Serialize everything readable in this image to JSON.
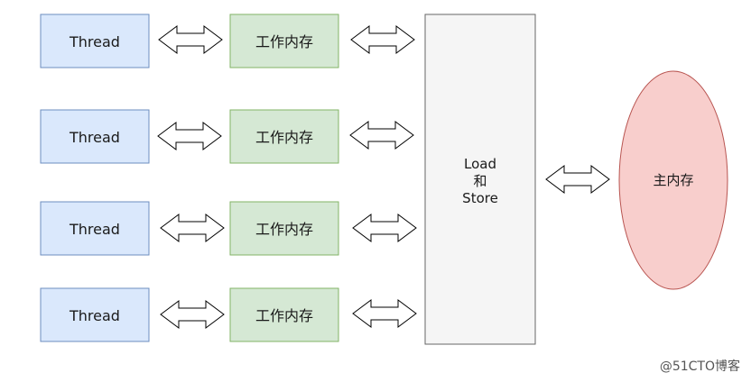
{
  "rows": [
    {
      "thread": "Thread",
      "work_memory": "工作内存"
    },
    {
      "thread": "Thread",
      "work_memory": "工作内存"
    },
    {
      "thread": "Thread",
      "work_memory": "工作内存"
    },
    {
      "thread": "Thread",
      "work_memory": "工作内存"
    }
  ],
  "load_store": {
    "line1": "Load",
    "line2": "和",
    "line3": "Store"
  },
  "main_memory": "主内存",
  "watermark": "@51CTO博客",
  "colors": {
    "thread_fill": "#dae8fc",
    "thread_stroke": "#6c8ebf",
    "work_fill": "#d5e8d4",
    "work_stroke": "#82b366",
    "store_fill": "#f5f5f5",
    "store_stroke": "#666666",
    "main_fill": "#f8cecc",
    "main_stroke": "#b85450"
  }
}
